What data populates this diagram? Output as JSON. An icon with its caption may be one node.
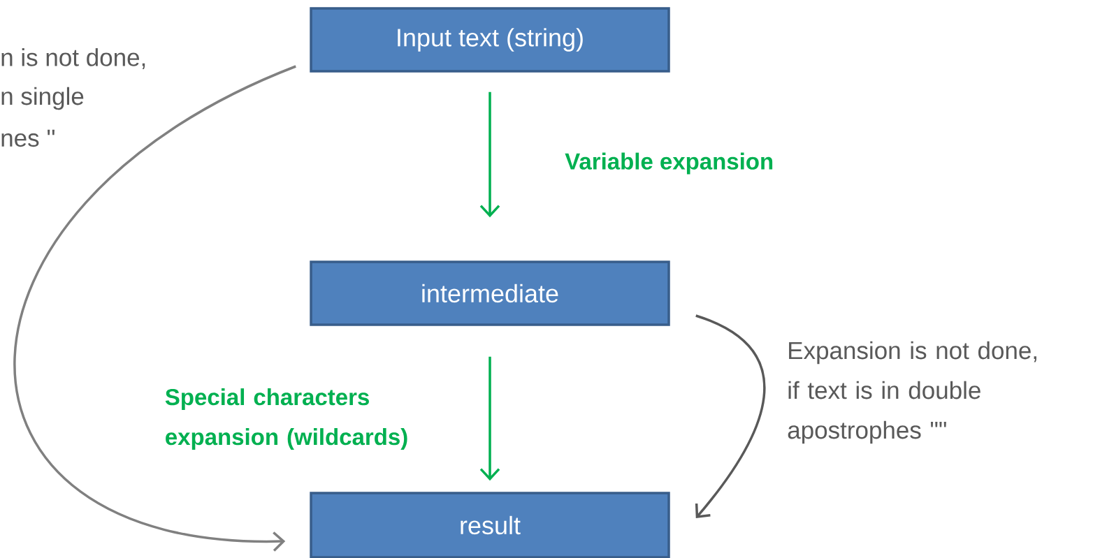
{
  "diagram": {
    "nodes": [
      {
        "text": [
          "Input text (string)"
        ]
      },
      {
        "text": [
          "intermediate"
        ]
      },
      {
        "text": [
          "result"
        ]
      }
    ],
    "edges": [
      {
        "from": 0,
        "to": 1,
        "arrow": "to",
        "label": "Variable expansion",
        "color": "#00b050"
      },
      {
        "from": 1,
        "to": 2,
        "arrow": "to",
        "label": "Special characters expansion (wildcards)",
        "color": "#00b050"
      },
      {
        "from": 0,
        "to": 2,
        "arrow": "to",
        "color": "#808080"
      },
      {
        "from": 1,
        "to": 2,
        "arrow": "to",
        "color": "#595959"
      }
    ],
    "labels": [
      "n is not done,",
      "n single",
      "nes ''",
      "Expansion is not done, if text is in double apostrophes \"\""
    ]
  }
}
